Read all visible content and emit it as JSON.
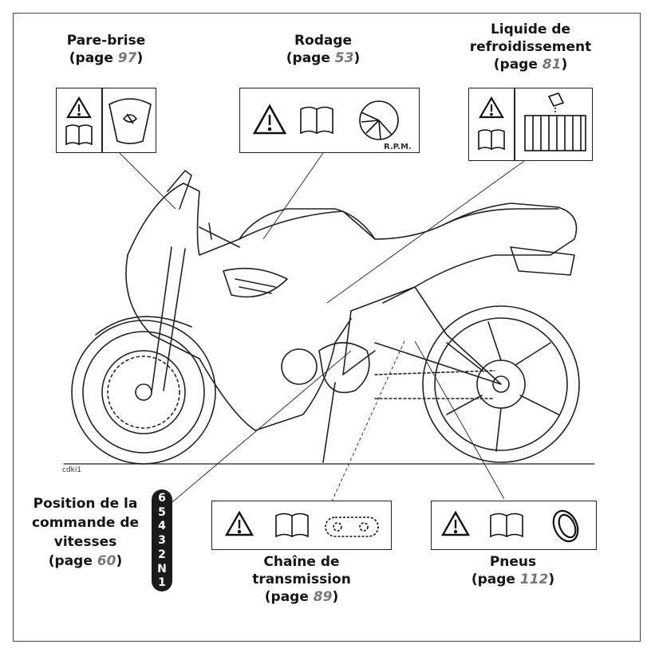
{
  "labels": {
    "pare_brise": {
      "title": "Pare-brise",
      "page_prefix": "(page ",
      "page_num": "97",
      "page_suffix": ")"
    },
    "rodage": {
      "title": "Rodage",
      "page_prefix": "(page ",
      "page_num": "53",
      "page_suffix": ")"
    },
    "liquide": {
      "title_line1": "Liquide de",
      "title_line2": "refroidissement",
      "page_prefix": "(page ",
      "page_num": "81",
      "page_suffix": ")"
    },
    "pneus": {
      "title": "Pneus",
      "page_prefix": "(page ",
      "page_num": "112",
      "page_suffix": ")"
    },
    "chaine": {
      "title_line1": "Chaîne de",
      "title_line2": "transmission",
      "page_prefix": "(page ",
      "page_num": "89",
      "page_suffix": ")"
    },
    "position": {
      "line1": "Position de la",
      "line2": "commande de",
      "line3": "vitesses",
      "page_prefix": "(page ",
      "page_num": "60",
      "page_suffix": ")"
    }
  },
  "rpm_caption": "R.P.M.",
  "image_code": "cdki1",
  "gear_positions": [
    "6",
    "5",
    "4",
    "3",
    "2",
    "N",
    "1"
  ],
  "icons": [
    "warning-icon",
    "manual-book-icon",
    "windscreen-icon",
    "tachometer-icon",
    "coolant-radiator-icon",
    "drive-chain-icon",
    "tyre-icon"
  ]
}
